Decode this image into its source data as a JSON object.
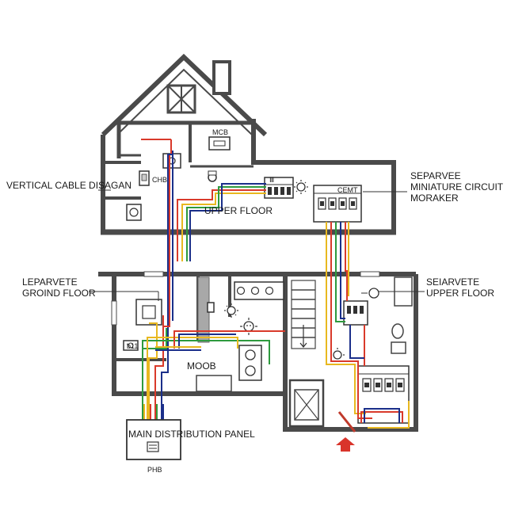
{
  "labels": {
    "vertical_cable": "VERTICAL CABLE DISAGAN",
    "mcb": "MCB",
    "chb": "CHB",
    "upper_floor_mid": "UPPER FLOOR",
    "separate_mcb_line1": "SEPARVEE",
    "separate_mcb_line2": "MINIATURE CIRCUIT",
    "separate_mcb_line3": "MORAKER",
    "ground_floor_line1": "LEPARVETE",
    "ground_floor_line2": "GROIND FLOOR",
    "upper_right_line1": "SEIARVETE",
    "upper_right_line2": "UPPER FLOOR",
    "moob": "MOOB",
    "main_panel": "MAIN DISTRIBUTION PANEL",
    "phb": "PHB",
    "panel_tag": "Ⅲ",
    "meter_tag": "CEMT",
    "plug_tag": "ƀ11"
  },
  "colors": {
    "wire_red": "#d93a2b",
    "wire_yellow": "#e8b820",
    "wire_green": "#2e9a3e",
    "wire_blue": "#1b2f8a",
    "wall": "#4a4a4a",
    "arrow": "#d9342b"
  }
}
